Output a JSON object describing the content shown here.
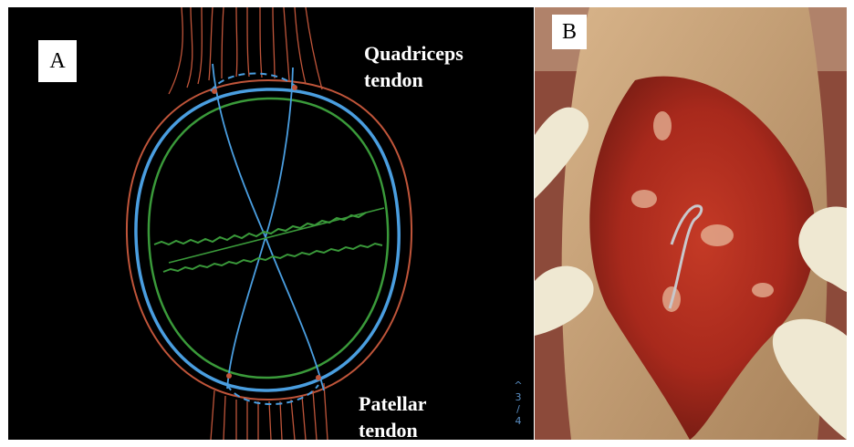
{
  "panel_a": {
    "label": "A",
    "top_caption_lines": [
      "Quadriceps",
      "tendon"
    ],
    "bottom_caption_lines": [
      "Patellar",
      "tendon"
    ],
    "pager": {
      "up_glyph": "^",
      "current": "3",
      "separator": "/",
      "total": "4"
    },
    "colors": {
      "background": "#000000",
      "tendon_outline": "#c0553a",
      "blue_wire": "#4a9ee0",
      "green_wire": "#3a9a3a"
    }
  },
  "panel_b": {
    "label": "B",
    "content": "intraoperative-photo",
    "colors": {
      "wound": "#a8291c",
      "skin": "#c4a07a",
      "gloves": "#efe8d2"
    }
  }
}
